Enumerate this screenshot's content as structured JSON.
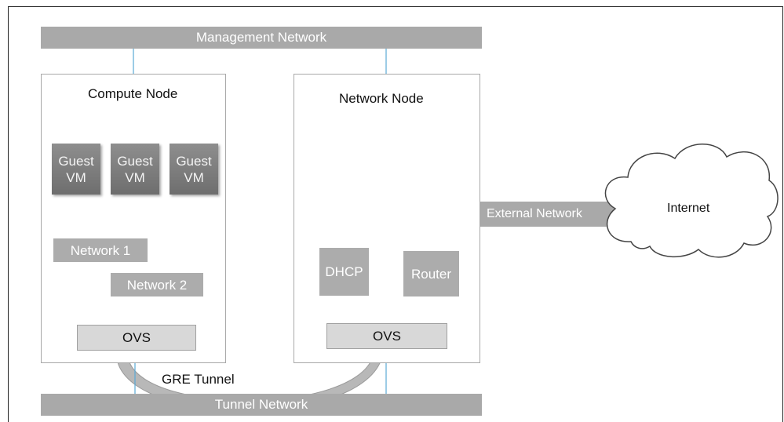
{
  "management_network": {
    "label": "Management Network"
  },
  "tunnel_network": {
    "label": "Tunnel Network"
  },
  "external_network": {
    "label": "External Network"
  },
  "gre_tunnel": {
    "label": "GRE Tunnel"
  },
  "compute_node": {
    "title": "Compute Node",
    "vms": [
      "Guest\nVM",
      "Guest\nVM",
      "Guest\nVM"
    ],
    "network_1": "Network 1",
    "network_2": "Network 2",
    "ovs": "OVS"
  },
  "network_node": {
    "title": "Network Node",
    "dhcp": "DHCP",
    "router": "Router",
    "ovs": "OVS"
  },
  "internet": {
    "label": "Internet"
  },
  "colors": {
    "link": "#5aa9d6",
    "bar": "#a9a9a9",
    "tunnel": "#b5b5b5"
  }
}
